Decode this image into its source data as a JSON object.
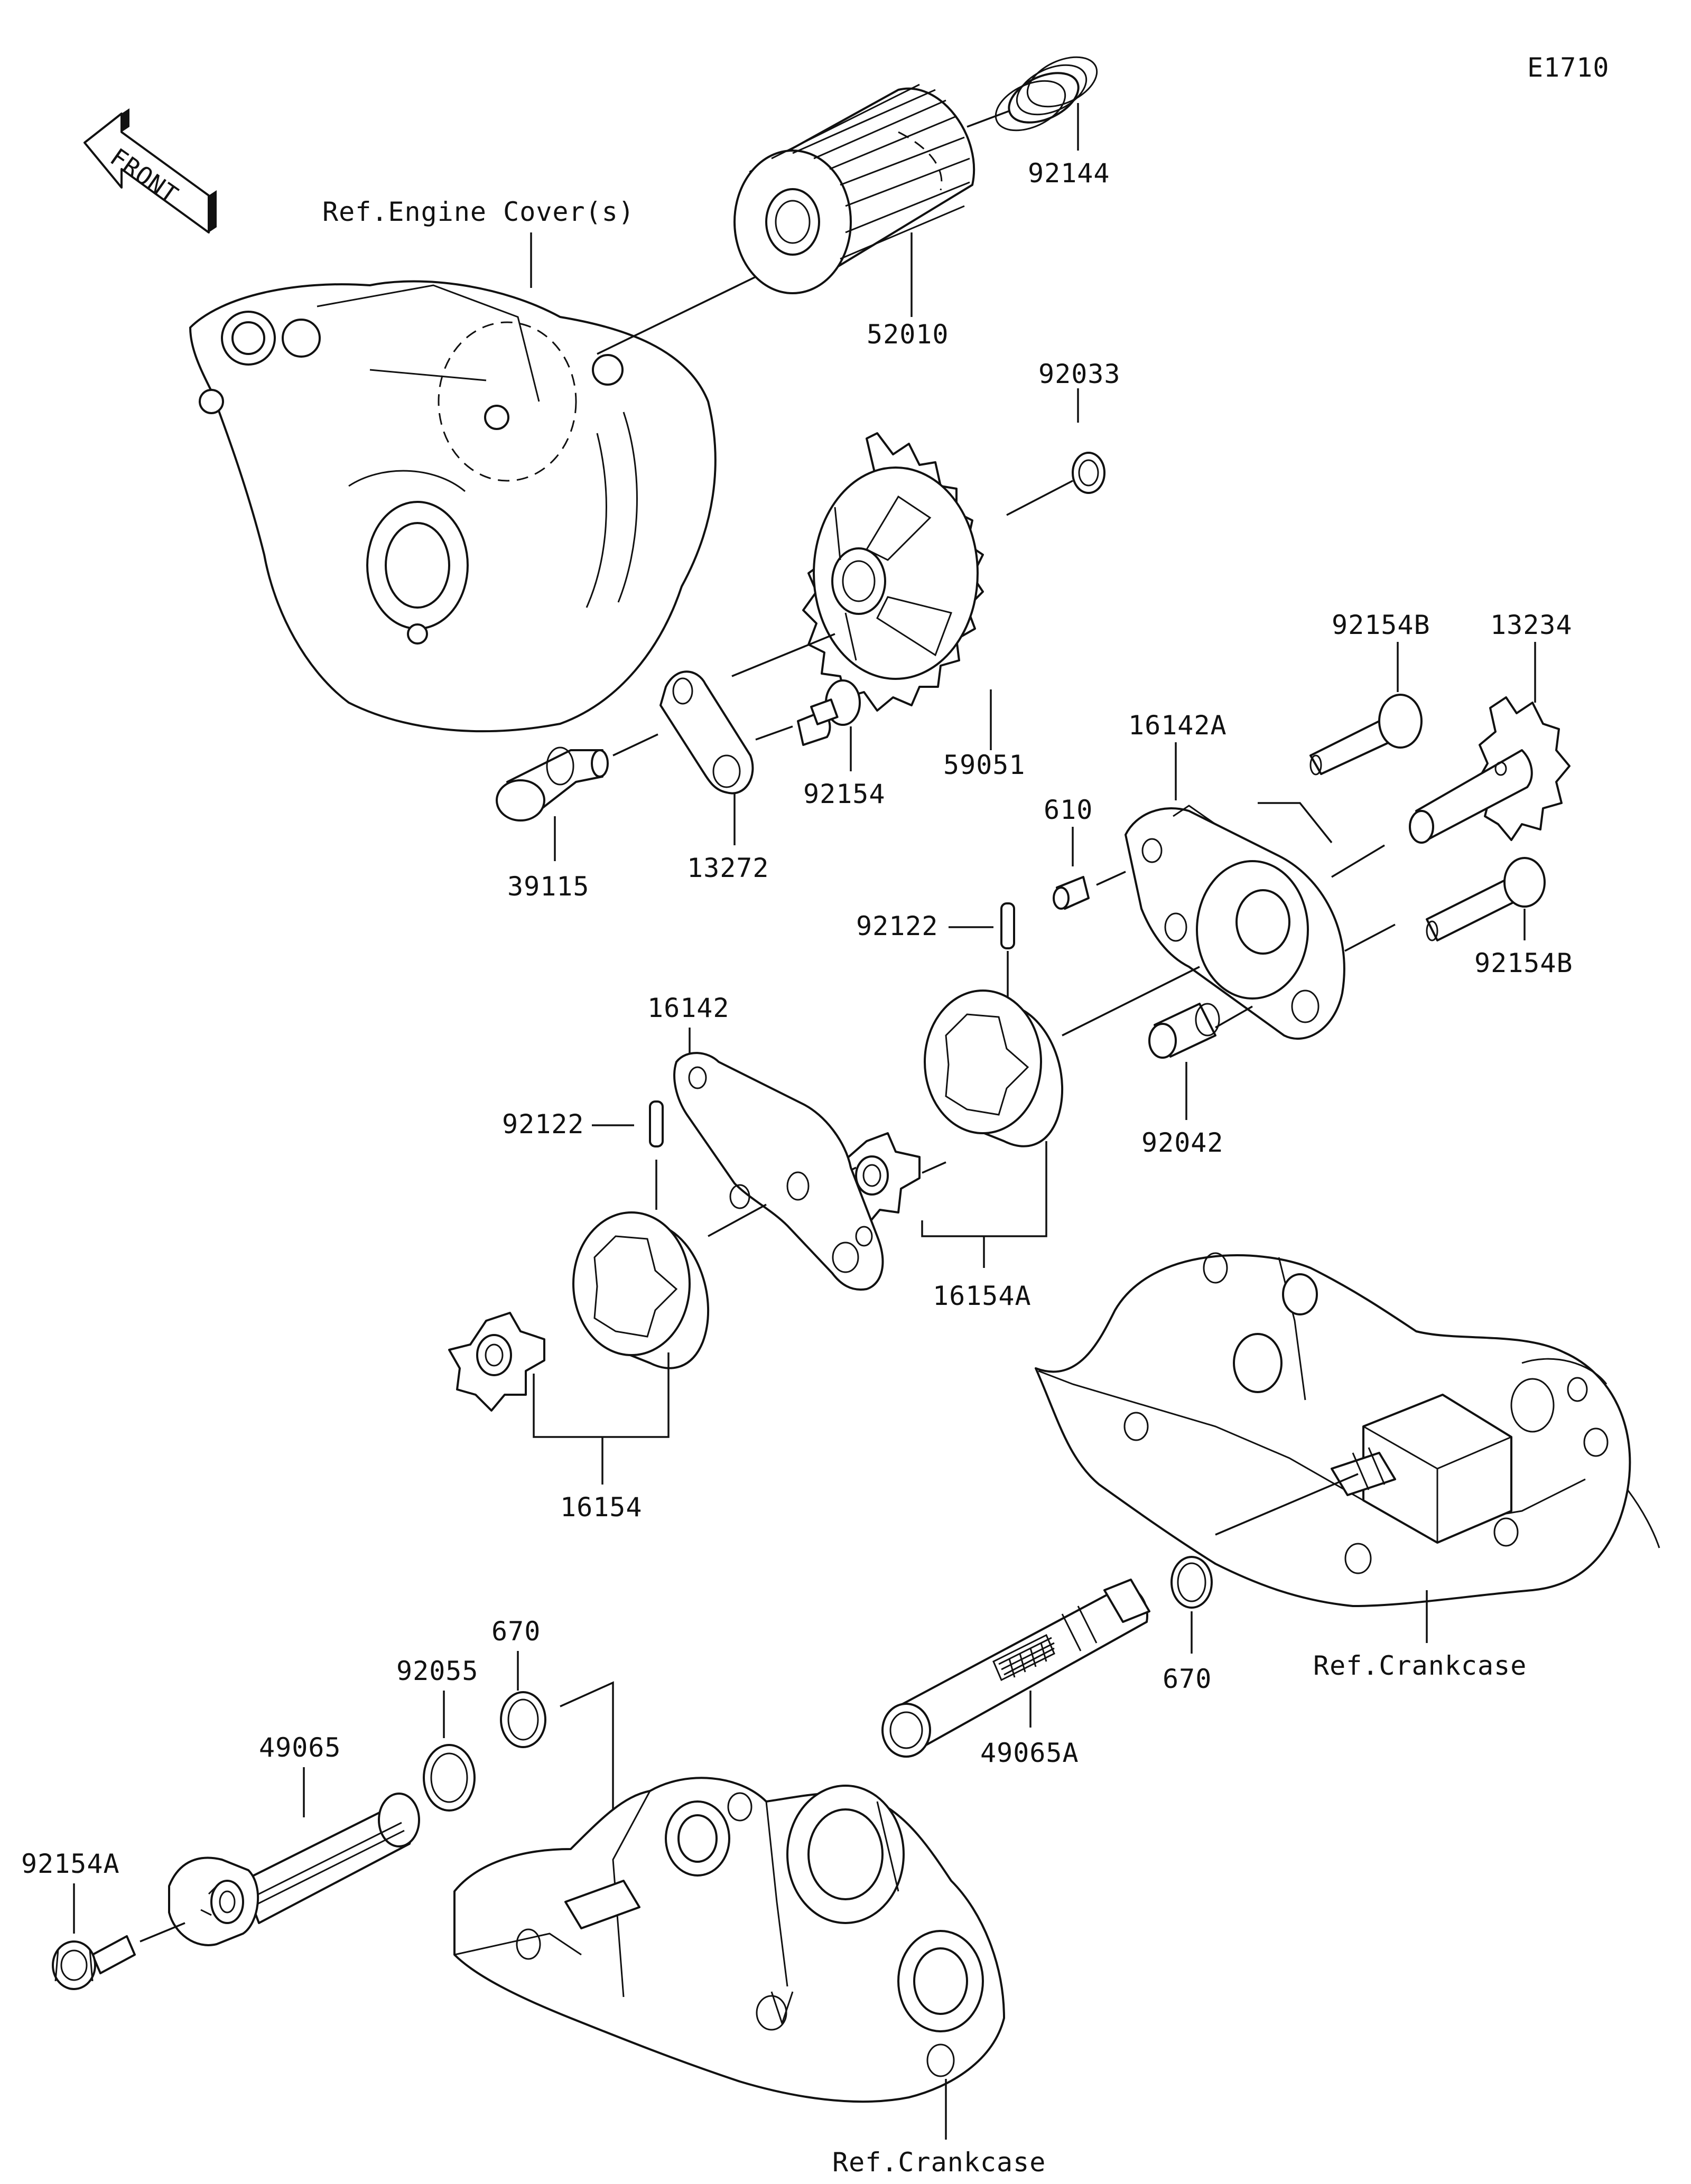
{
  "diagram": {
    "code": "E1710",
    "front_label": "FRONT",
    "ref_engine_cover": "Ref.Engine Cover(s)",
    "ref_crankcase_right": "Ref.Crankcase",
    "ref_crankcase_bottom": "Ref.Crankcase",
    "parts": {
      "p92144": "92144",
      "p52010": "52010",
      "p92033": "92033",
      "p59051": "59051",
      "p92154": "92154",
      "p13272": "13272",
      "p39115": "39115",
      "p92154B_top": "92154B",
      "p13234": "13234",
      "p16142A": "16142A",
      "p610": "610",
      "p92122_top": "92122",
      "p92154B_bottom": "92154B",
      "p16142": "16142",
      "p92042": "92042",
      "p92122_left": "92122",
      "p16154A": "16154A",
      "p16154": "16154",
      "p670_top": "670",
      "p92055": "92055",
      "p670_right": "670",
      "p49065": "49065",
      "p49065A": "49065A",
      "p92154A": "92154A"
    }
  }
}
